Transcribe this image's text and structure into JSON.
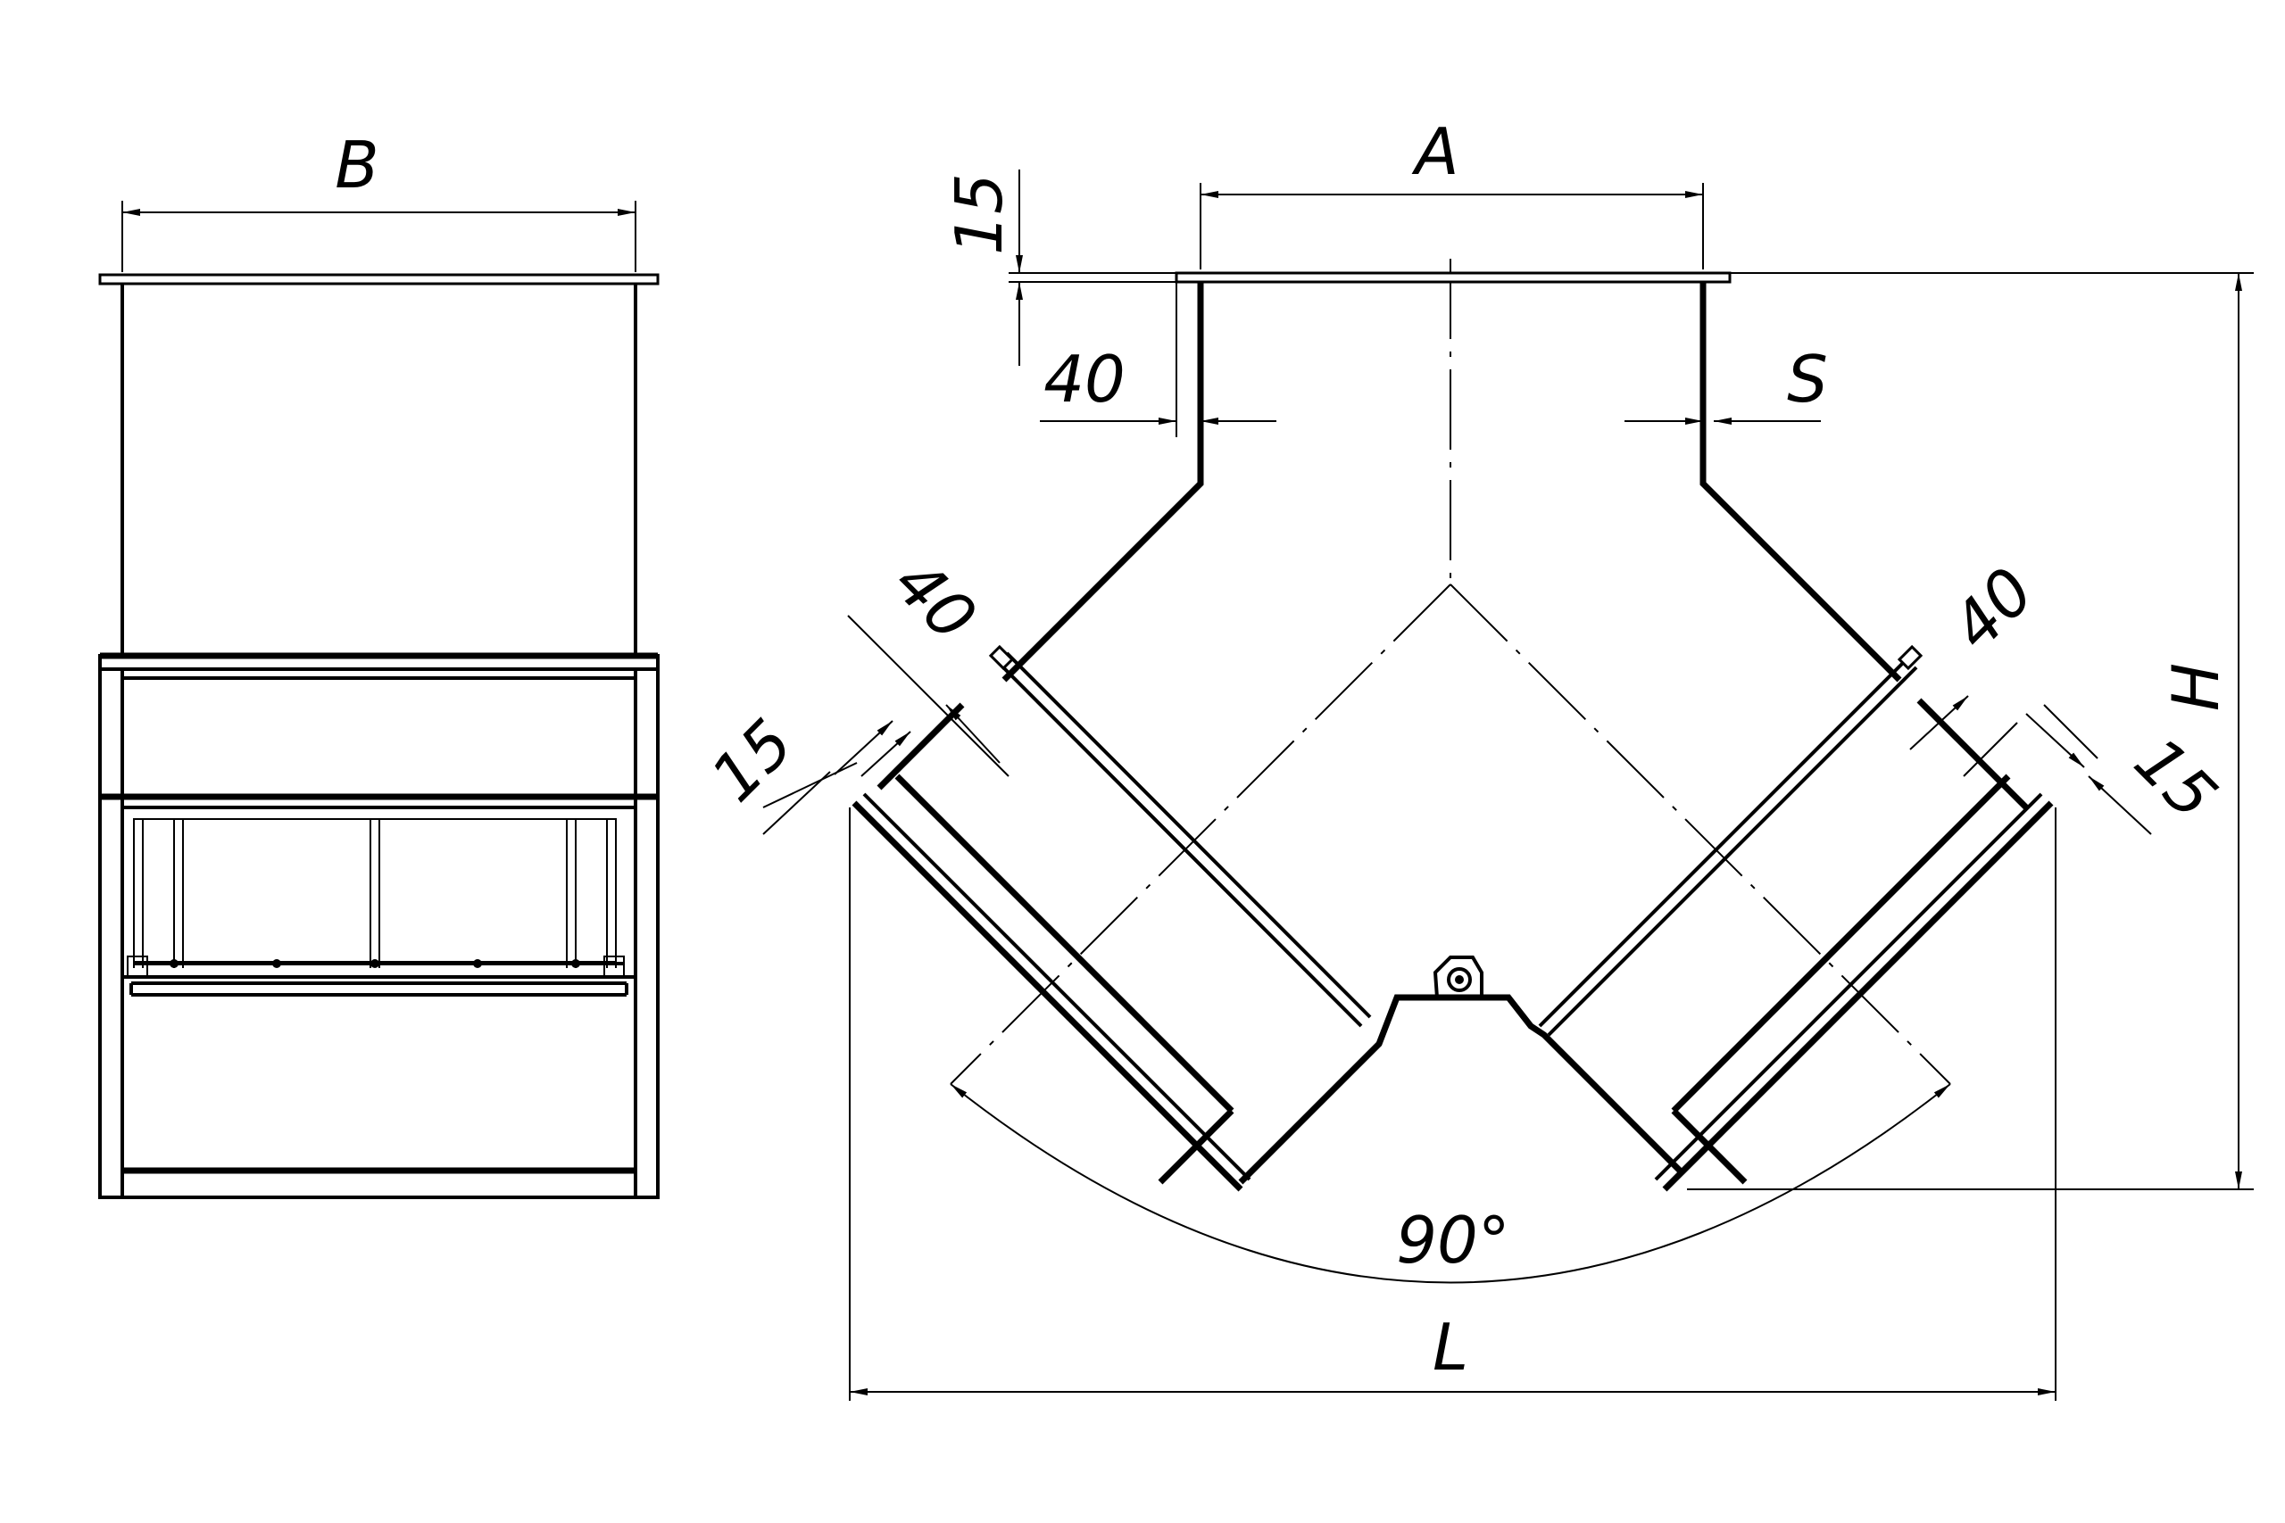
{
  "labels": {
    "width_b": "B",
    "width_a": "A",
    "height_h": "H",
    "length_l": "L",
    "thickness_s": "S",
    "angle": "90°",
    "flange_thk_top": "15",
    "flange_thk_left": "15",
    "flange_thk_right": "15",
    "flange_w_top": "40",
    "flange_w_left": "40",
    "flange_w_right": "40"
  }
}
